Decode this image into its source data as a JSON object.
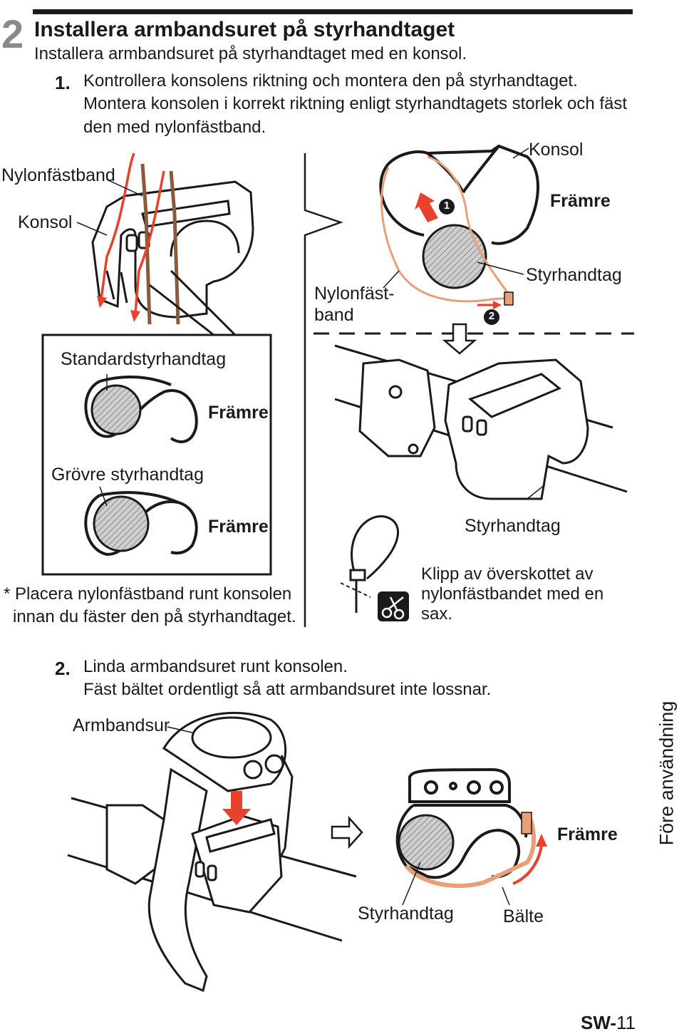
{
  "section": {
    "number": "2",
    "title": "Installera armbandsuret på styrhandtaget",
    "subtitle": "Installera armbandsuret på styrhandtaget med en konsol."
  },
  "step1": {
    "number": "1.",
    "line1": "Kontrollera konsolens riktning och montera den på styrhandtaget.",
    "line2": "Montera konsolen i korrekt riktning enligt styrhandtagets storlek och fäst",
    "line3": "den med nylonfästband."
  },
  "figure1": {
    "nylon_label": "Nylonfästband",
    "konsol_label_left": "Konsol",
    "konsol_label_right": "Konsol",
    "front_label_top": "Främre",
    "handlebar_label_top": "Styrhandtag",
    "nylon_label_mid_1": "Nylonfäst-",
    "nylon_label_mid_2": "band",
    "marker_1": "1",
    "marker_2": "2",
    "standard_label": "Standardstyrhandtag",
    "front_label_std": "Främre",
    "thicker_label": "Grövre styrhandtag",
    "front_label_thick": "Främre",
    "handlebar_label_mid": "Styrhandtag",
    "note_line1": "* Placera nylonfästband runt konsolen",
    "note_line2": "innan du fäster den på styrhandtaget.",
    "cut_line1": "Klipp av överskottet av",
    "cut_line2": "nylonfästbandet med en",
    "cut_line3": "sax."
  },
  "step2": {
    "number": "2.",
    "line1": "Linda armbandsuret runt konsolen.",
    "line2": "Fäst bältet ordentligt så att armbandsuret inte lossnar."
  },
  "figure2": {
    "watch_label": "Armbandsur",
    "front_label": "Främre",
    "handlebar_label": "Styrhandtag",
    "belt_label": "Bälte"
  },
  "side_tab": "Före användning",
  "footer": {
    "prefix": "SW-",
    "page": "11"
  },
  "colors": {
    "accent": "#e8412c",
    "strap": "#e8a07a",
    "text": "#1a1a1a"
  }
}
